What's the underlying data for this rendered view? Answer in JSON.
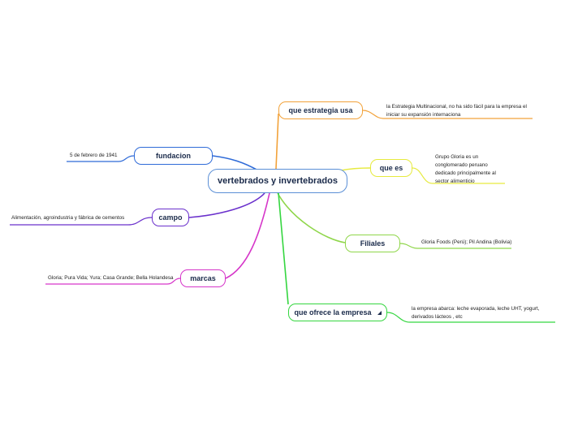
{
  "root": {
    "label": "vertebrados y invertebrados",
    "color": "#5b8fd6"
  },
  "branches": {
    "estrategia": {
      "label": "que estrategia usa",
      "color": "#f2a23a",
      "detail": "la Estrategia Multinacional, no ha sido fácil para la empresa el iniciar su expansión internaciona"
    },
    "quees": {
      "label": "que es",
      "color": "#e6ea3e",
      "detail": "Grupo Gloria es un conglomerado peruano dedicado principalmente al sector alimenticio"
    },
    "filiales": {
      "label": "Filiales",
      "color": "#8fd64a",
      "detail": "Gloria Foods (Perú); Pil Andina (Bolivia)"
    },
    "ofrece": {
      "label": "que ofrece la empresa",
      "color": "#35d640",
      "detail": "la empresa abarca: leche evaporada, leche UHT, yogurt, derivados lácteos , etc"
    },
    "fundacion": {
      "label": "fundacion",
      "color": "#2f6bd8",
      "detail": "5 de febrero de 1941"
    },
    "campo": {
      "label": "campo",
      "color": "#6a30cc",
      "detail": "Alimentación, agroindustria y fábrica de cementos"
    },
    "marcas": {
      "label": "marcas",
      "color": "#d636c9",
      "detail": "Gloria; Pura Vida; Yura; Casa Grande; Bella Holandesa"
    }
  }
}
